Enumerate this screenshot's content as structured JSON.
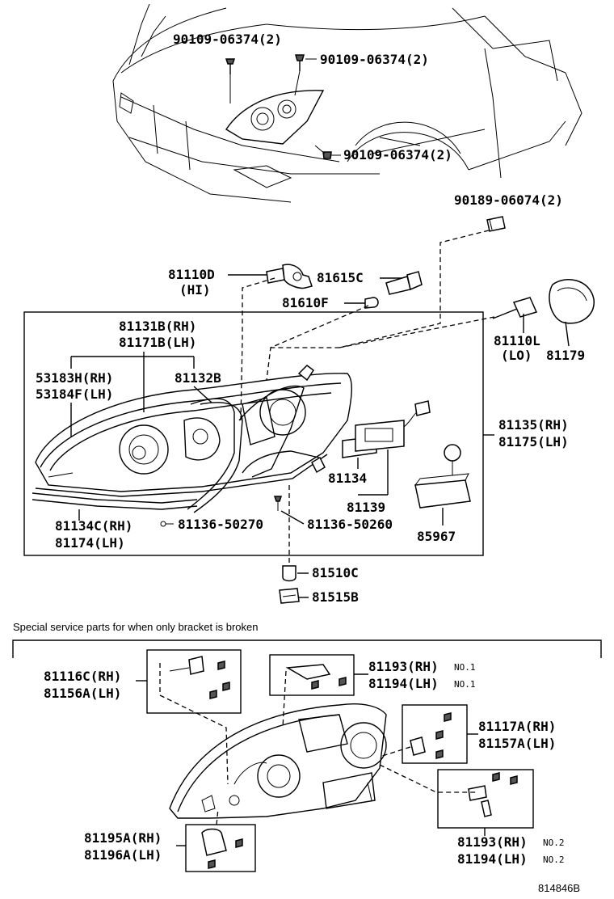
{
  "labels": {
    "car_bolt_1": "90109-06374(2)",
    "car_bolt_2": "90109-06374(2)",
    "car_bolt_3": "90109-06374(2)",
    "clip": "90189-06074(2)",
    "bulb_hi": "81110D",
    "bulb_hi_note": "(HI)",
    "socket_c": "81615C",
    "bulb_f": "81610F",
    "bulb_lo": "81110L",
    "bulb_lo_note": "(LO)",
    "cap": "81179",
    "housing_rh": "81131B(RH)",
    "housing_lh": "81171B(LH)",
    "trim_rh": "53183H(RH)",
    "trim_lh": "53184F(LH)",
    "gasket": "81132B",
    "unit_rh": "81135(RH)",
    "unit_lh": "81175(LH)",
    "cover": "81134",
    "ballast_set": "81139",
    "computer": "85967",
    "molding_rh": "81134C(RH)",
    "molding_lh": "81174(LH)",
    "screw_a": "81136-50270",
    "screw_b": "81136-50260",
    "bulb_c": "81510C",
    "socket_b": "81515B",
    "bracket_a_rh": "81116C(RH)",
    "bracket_a_lh": "81156A(LH)",
    "bracket_b_rh": "81193(RH)",
    "bracket_b_rh_no": "NO.1",
    "bracket_b_lh": "81194(LH)",
    "bracket_b_lh_no": "NO.1",
    "bracket_c_rh": "81117A(RH)",
    "bracket_c_lh": "81157A(LH)",
    "bracket_d_rh": "81195A(RH)",
    "bracket_d_lh": "81196A(LH)",
    "bracket_e_rh": "81193(RH)",
    "bracket_e_rh_no": "NO.2",
    "bracket_e_lh": "81194(LH)",
    "bracket_e_lh_no": "NO.2"
  },
  "special_note": "Special service parts for when only bracket is broken",
  "diagram_id": "814846B"
}
